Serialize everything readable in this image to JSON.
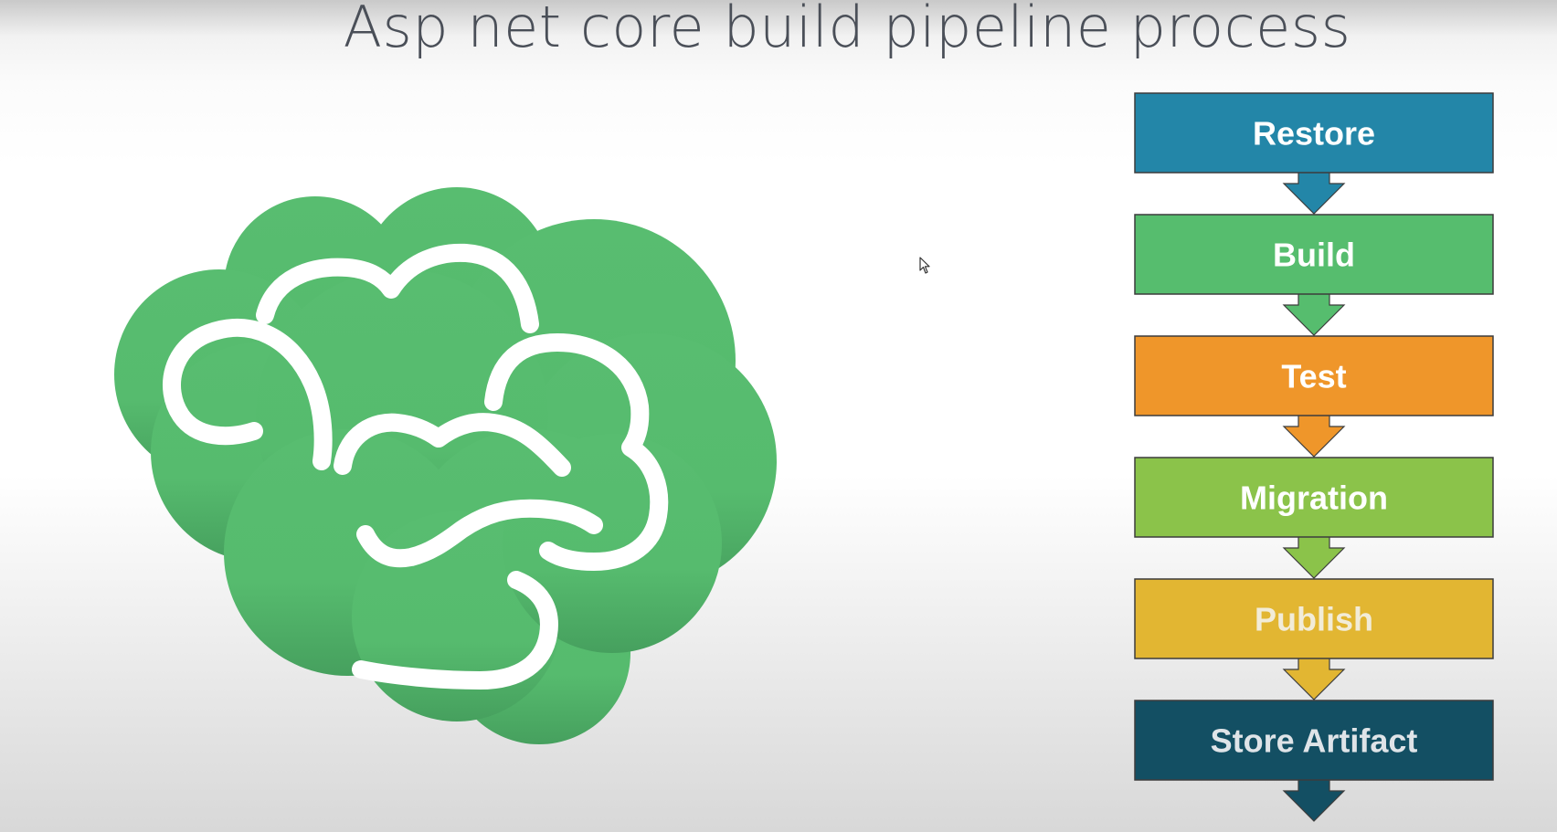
{
  "slide": {
    "title": "Asp net core build pipeline process"
  },
  "pipeline": {
    "steps": [
      {
        "label": "Restore",
        "color": "#2386a8",
        "text_color": "#ffffff"
      },
      {
        "label": "Build",
        "color": "#56bd6e",
        "text_color": "#ffffff"
      },
      {
        "label": "Test",
        "color": "#ef962a",
        "text_color": "#ffffff"
      },
      {
        "label": "Migration",
        "color": "#8bc34a",
        "text_color": "#ffffff"
      },
      {
        "label": "Publish",
        "color": "#e2b632",
        "text_color": "#f2ecd8"
      },
      {
        "label": "Store Artifact",
        "color": "#134f63",
        "text_color": "#dfe4e8"
      }
    ]
  },
  "logo": {
    "icon": "brain-icon",
    "color": "#56bd6e"
  }
}
